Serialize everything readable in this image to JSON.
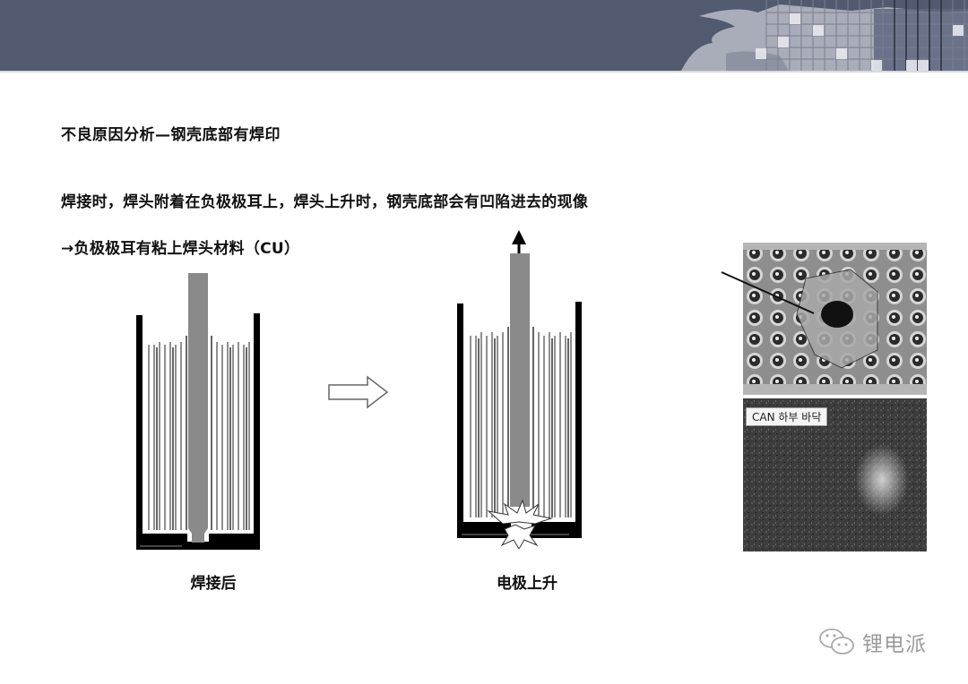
{
  "header": {
    "background_color": "#525a70",
    "decoration": "world-map-grid-graphic"
  },
  "slide": {
    "title": "不良原因分析—钢壳底部有焊印",
    "description": "焊接时，焊头附着在负极极耳上，焊头上升时，钢壳底部会有凹陷进去的现像",
    "conclusion": "→负极极耳有粘上焊头材料（CU）"
  },
  "diagrams": {
    "left": {
      "caption": "焊接后",
      "name": "after-welding"
    },
    "transition_arrow": "right-arrow-outline",
    "right": {
      "caption": "电极上升",
      "name": "electrode-rising",
      "arrow": "up-arrow"
    }
  },
  "photo": {
    "label": "CAN 하부 바닥",
    "description": "can-bottom-weld-mark-photo"
  },
  "watermark": {
    "icon": "wechat-icon",
    "text": "锂电派"
  }
}
